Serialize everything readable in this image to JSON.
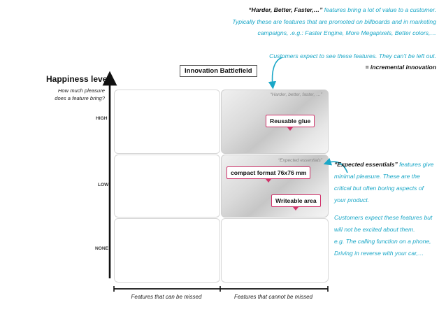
{
  "top_note": {
    "headline": "“Harder, Better, Faster,…”",
    "line1_rest": " features bring a lot of value to a customer.",
    "line2": "Typically these are features that are promoted on billboards and in marketing",
    "line3": "campaigns, .e.g.: Faster Engine, More Megapixels, Better colors,…",
    "line4": "Customers expect to see these features. They can’t be left out.",
    "line5": "= incremental innovation"
  },
  "battlefield": "Innovation Battlefield",
  "y_axis": {
    "title": "Happiness level",
    "subtitle_line1": "How much pleasure",
    "subtitle_line2": "does a feature bring?",
    "levels": [
      "HIGH",
      "LOW",
      "NONE"
    ]
  },
  "cells": {
    "high_right_caption": "“Harder, better, faster, …”",
    "low_right_caption": "“Expected essentials”"
  },
  "callouts": {
    "reusable_glue": "Reusable glue",
    "compact_format": "compact format 76x76 mm",
    "writeable_area": "Writeable area"
  },
  "side_note": {
    "headline": "“Expected essentials”",
    "line1_rest": " features give",
    "line2": "minimal pleasure. These are the",
    "line3": "critical but often boring aspects of",
    "line4": "your product.",
    "line5": "Customers expect these features but",
    "line6": "will not be excited about them.",
    "line7": "e.g. The calling function on a phone,",
    "line8": "Driving in reverse with your car,…"
  },
  "x_axis": {
    "left_label": "Features that can be missed",
    "right_label": "Features that cannot be missed"
  },
  "colors": {
    "accent": "#1aa7c7",
    "callout_border": "#d1336b",
    "axis": "#111111"
  }
}
